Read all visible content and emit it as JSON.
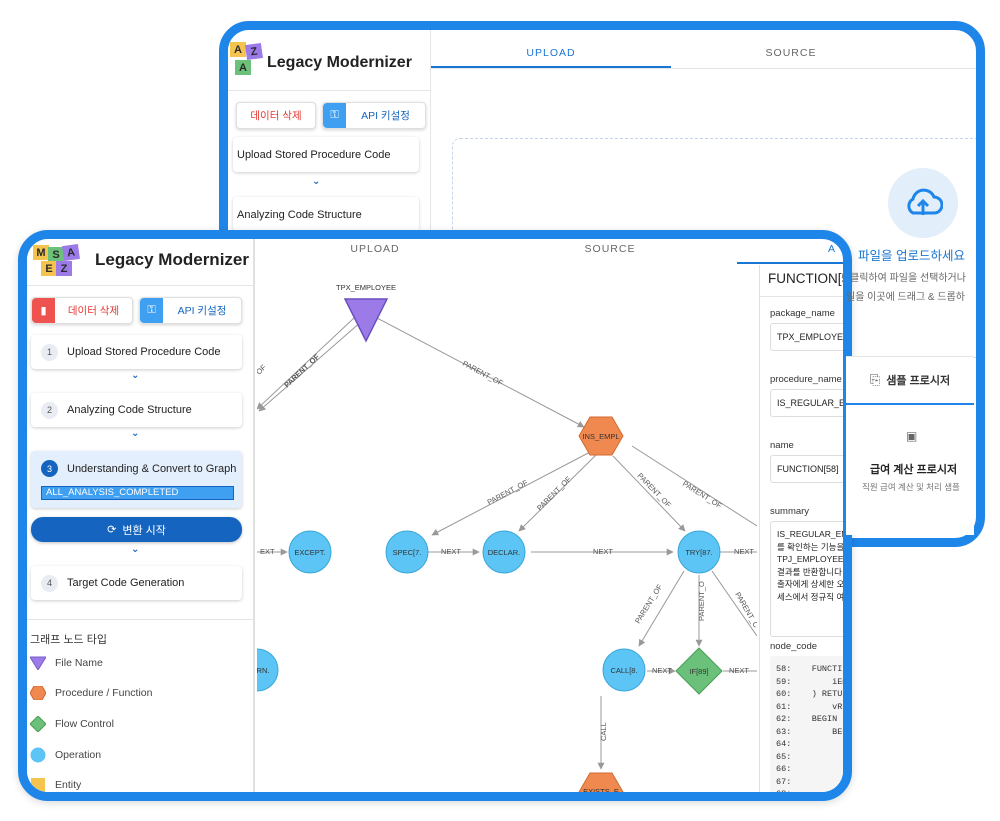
{
  "app": {
    "title": "Legacy Modernizer",
    "logo_letters": [
      "M",
      "S",
      "A",
      "E",
      "Z"
    ],
    "back_logo_letters": [
      "A",
      "Z",
      "A"
    ]
  },
  "buttons": {
    "delete": "데이터 삭제",
    "api_key": "API 키설정",
    "convert": "변환 시작"
  },
  "steps": [
    {
      "num": "1",
      "label": "Upload Stored Procedure Code"
    },
    {
      "num": "2",
      "label": "Analyzing Code Structure"
    },
    {
      "num": "3",
      "label": "Understanding & Convert to Graph"
    },
    {
      "num": "4",
      "label": "Target Code Generation"
    }
  ],
  "status_badge": "ALL_ANALYSIS_COMPLETED",
  "tabs": {
    "upload": "UPLOAD",
    "source": "SOURCE",
    "analysis_partial": "A"
  },
  "legend": {
    "title": "그래프 노드 타입",
    "items": [
      {
        "label": "File Name",
        "shape": "triangle",
        "color": "#9c7be8"
      },
      {
        "label": "Procedure / Function",
        "shape": "hexagon",
        "color": "#f0894f"
      },
      {
        "label": "Flow Control",
        "shape": "diamond",
        "color": "#6cc17a"
      },
      {
        "label": "Operation",
        "shape": "circle",
        "color": "#5cc5f5"
      },
      {
        "label": "Entity",
        "shape": "square",
        "color": "#f5c44f"
      }
    ]
  },
  "graph": {
    "nodes": {
      "file": "TPX_EMPLOYEE",
      "ins": "INS_EMPL",
      "except": "EXCEPT.",
      "spec": "SPEC[7.",
      "declar": "DECLAR.",
      "try": "TRY[87.",
      "call": "CALL[8.",
      "if": "IF[89]",
      "exists": "EXISTS_E",
      "rn": "RN."
    },
    "edges": {
      "parent_of": "PARENT_OF",
      "parent_of_short": "PARENT_O",
      "parent_of_cut": "PARENT_OF..",
      "parent_c": "PARENT_C",
      "parent_of_left": "OF",
      "next": "NEXT",
      "next_cut": "NEXT",
      "call": "CALL",
      "ext": "EXT"
    }
  },
  "detail": {
    "header": "FUNCTION[5",
    "fields": [
      {
        "label": "package_name",
        "value": "TPX_EMPLOYEE"
      },
      {
        "label": "procedure_name",
        "value": "IS_REGULAR_EMP"
      },
      {
        "label": "name",
        "value": "FUNCTION[58]"
      }
    ],
    "summary_label": "summary",
    "summary_lines": [
      "IS_REGULAR_EMP",
      "를 확인하는 기능을",
      "TPJ_EMPLOYEE 테",
      "결과를 반환합니다",
      "출자에게 상세한 오",
      "세스에서 정규직 여"
    ],
    "node_code_label": "node_code",
    "code_lines": [
      {
        "n": "58:",
        "t": "    FUNCTI"
      },
      {
        "n": "59:",
        "t": "        iEm"
      },
      {
        "n": "60:",
        "t": "    ) RETUR"
      },
      {
        "n": "61:",
        "t": "        vRe"
      },
      {
        "n": "62:",
        "t": "    BEGIN"
      },
      {
        "n": "63:",
        "t": "        BEG"
      },
      {
        "n": "64:",
        "t": ""
      },
      {
        "n": "65:",
        "t": ""
      },
      {
        "n": "66:",
        "t": ""
      },
      {
        "n": "67:",
        "t": ""
      },
      {
        "n": "68:",
        "t": ""
      }
    ]
  },
  "upload_panel": {
    "title": "파일을 업로드하세요",
    "hint1": "클릭하여 파일을 선택하거나",
    "hint2": "일을 이곳에 드래그 & 드롭하",
    "sample1": "샘플 프로시저",
    "sample2_title": "급여 계산 프로시저",
    "sample2_desc": "직원 급여 계산 및 처리 샘플"
  }
}
